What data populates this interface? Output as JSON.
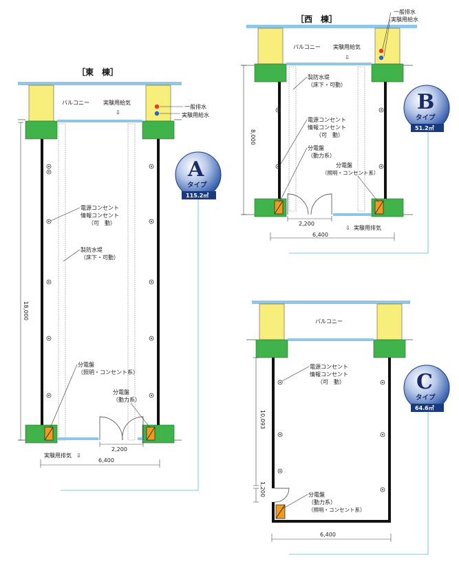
{
  "east": {
    "header": "［東　棟］",
    "balcony": "バルコニー",
    "air_supply": "実験用給気",
    "drain": "一般排水",
    "water_supply": "実験用給水",
    "outlets": [
      "電源コンセント",
      "情報コンセント",
      "（可　動）"
    ],
    "waterproof": [
      "製防水堤",
      "（床下・可動）"
    ],
    "panel_lighting": [
      "分電盤",
      "（照明・コンセント系）"
    ],
    "panel_power": [
      "分電盤",
      "（動力系）"
    ],
    "exhaust": "実験用排気",
    "dim_height": "18,000",
    "dim_door": "2,200",
    "dim_width": "6,400",
    "type_letter": "A",
    "type_label": "タイプ",
    "type_area": "115.2㎡"
  },
  "west": {
    "header": "［西　棟］",
    "balcony": "バルコニー",
    "air_supply": "実験用給気",
    "drain": "一般排水",
    "water_supply": "実験用給水",
    "waterproof": [
      "製防水堤",
      "（床下・可動）"
    ],
    "outlets": [
      "電源コンセント",
      "情報コンセント",
      "（可　動）"
    ],
    "panel_power": [
      "分電盤",
      "（動力系）"
    ],
    "panel_lighting": [
      "分電盤",
      "（照明・コンセント系）"
    ],
    "exhaust": "実験用排気",
    "dim_height": "8,000",
    "dim_door": "2,200",
    "dim_width": "6,400",
    "type_letter": "B",
    "type_label": "タイプ",
    "type_area": "51.2㎡"
  },
  "c": {
    "balcony": "バルコニー",
    "outlets": [
      "電源コンセント",
      "情報コンセント",
      "（可　動）"
    ],
    "panel": [
      "分電盤",
      "（動力系）",
      "（照明・コンセント系）"
    ],
    "dim_height": "10,093",
    "dim_door": "1,200",
    "dim_width": "6,400",
    "type_letter": "C",
    "type_label": "タイプ",
    "type_area": "64.6㎡"
  },
  "colors": {
    "beam_blue": "#8fc6e6",
    "column_yellow": "#f7ee7c",
    "column_green": "#3fb24a",
    "wall": "#111111",
    "panel_orange": "#f29a1a",
    "badge_blue": "#2b57a8",
    "drain_red": "#e53a2e",
    "supply_blue": "#2a63c9",
    "leader_cyan": "#5bb4e0"
  }
}
